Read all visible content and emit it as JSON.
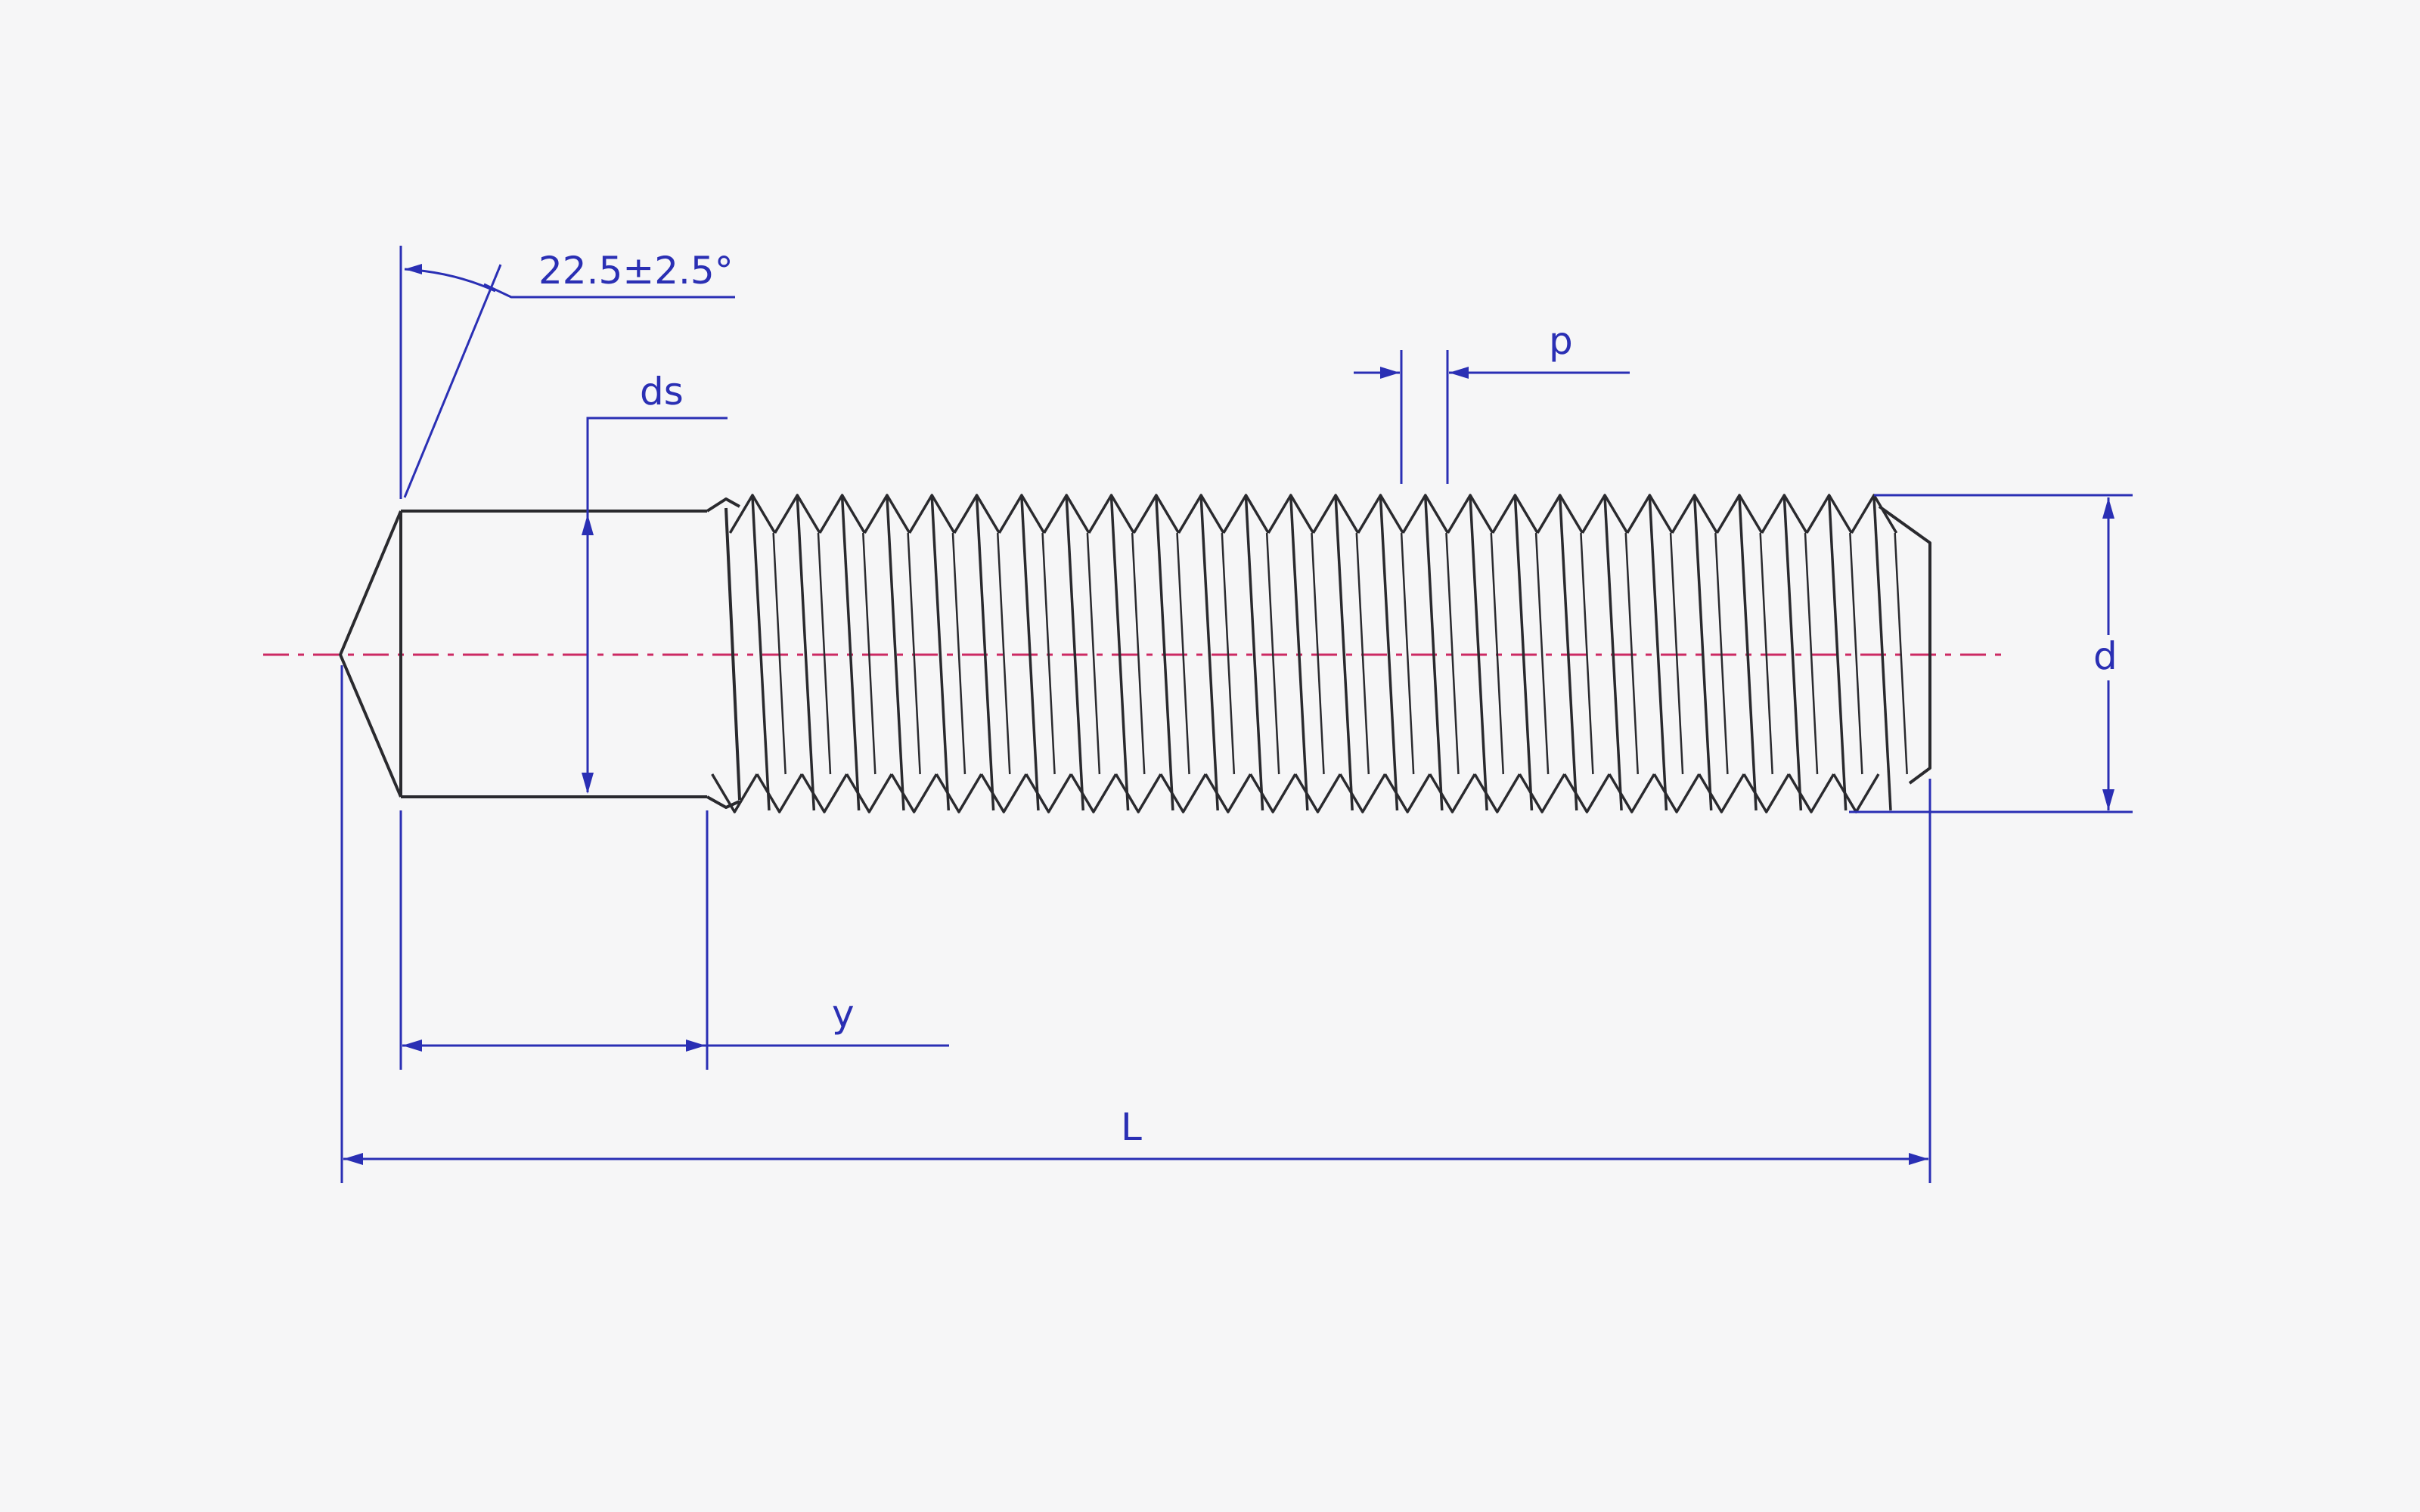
{
  "colors": {
    "background": "#f6f6f7",
    "outline": "#2a2a2e",
    "dimension": "#2a2fb4",
    "centerline": "#cc2a63"
  },
  "dimensions": {
    "angle": "22.5±2.5°",
    "ds": "ds",
    "p": "p",
    "d": "d",
    "y": "y",
    "L": "L"
  },
  "thread": {
    "crest_count": 26
  }
}
